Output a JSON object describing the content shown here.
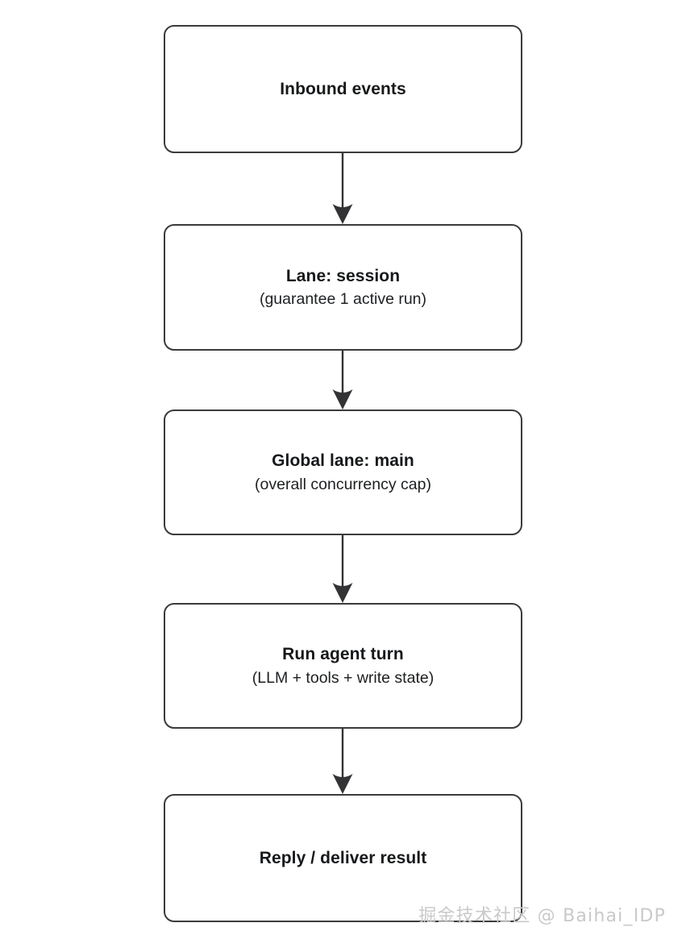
{
  "diagram": {
    "type": "flowchart",
    "orientation": "top-to-bottom",
    "nodes": [
      {
        "id": "inbound-events",
        "title": "Inbound events",
        "subtitle": ""
      },
      {
        "id": "lane-session",
        "title": "Lane: session",
        "subtitle": "(guarantee 1 active run)"
      },
      {
        "id": "global-lane-main",
        "title": "Global lane: main",
        "subtitle": "(overall concurrency cap)"
      },
      {
        "id": "run-agent-turn",
        "title": "Run agent turn",
        "subtitle": "(LLM + tools + write state)"
      },
      {
        "id": "reply-deliver-result",
        "title": "Reply / deliver result",
        "subtitle": ""
      }
    ],
    "edges": [
      {
        "from": "inbound-events",
        "to": "lane-session",
        "label": ""
      },
      {
        "from": "lane-session",
        "to": "global-lane-main",
        "label": ""
      },
      {
        "from": "global-lane-main",
        "to": "run-agent-turn",
        "label": ""
      },
      {
        "from": "run-agent-turn",
        "to": "reply-deliver-result",
        "label": ""
      }
    ],
    "style": {
      "node_border_color": "#3b3b3d",
      "node_fill_color": "#ffffff",
      "edge_color": "#333335",
      "text_color": "#16181a",
      "background_color": "#ffffff"
    }
  },
  "watermark": {
    "text": "掘金技术社区 @ Baihai_IDP",
    "color": "#c9c9cb"
  }
}
